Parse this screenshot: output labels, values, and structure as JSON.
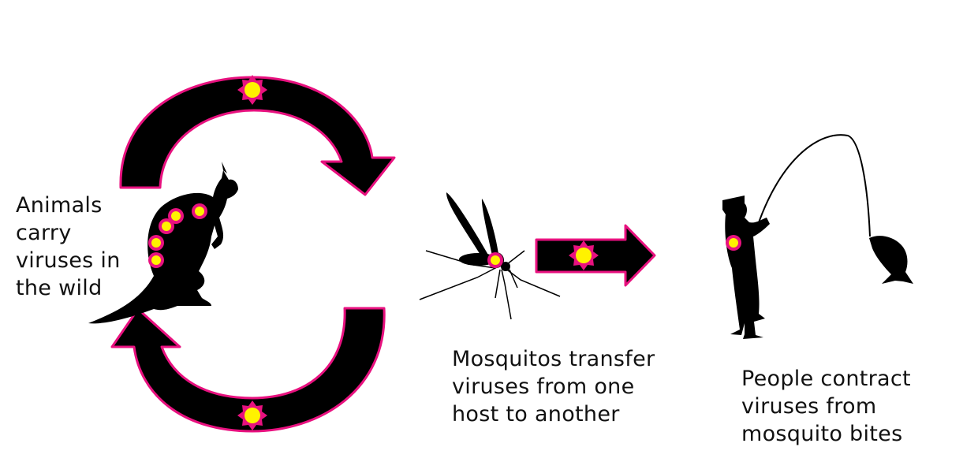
{
  "captions": {
    "animals": [
      "Animals",
      "carry",
      "viruses in",
      "the wild"
    ],
    "mosquitos": [
      "Mosquitos transfer",
      "viruses from one",
      "host to another"
    ],
    "people": [
      "People contract",
      "viruses from",
      "mosquito bites"
    ]
  },
  "colors": {
    "arrow_fill": "#000000",
    "arrow_outline": "#e8117f",
    "virus_core": "#fff200",
    "virus_ring": "#e8117f",
    "silhouette": "#000000",
    "text": "#111111"
  },
  "icons": {
    "virus": "virus-icon",
    "kangaroo": "kangaroo-icon",
    "mosquito": "mosquito-icon",
    "fisherman": "fisherman-icon",
    "fish": "fish-icon"
  }
}
